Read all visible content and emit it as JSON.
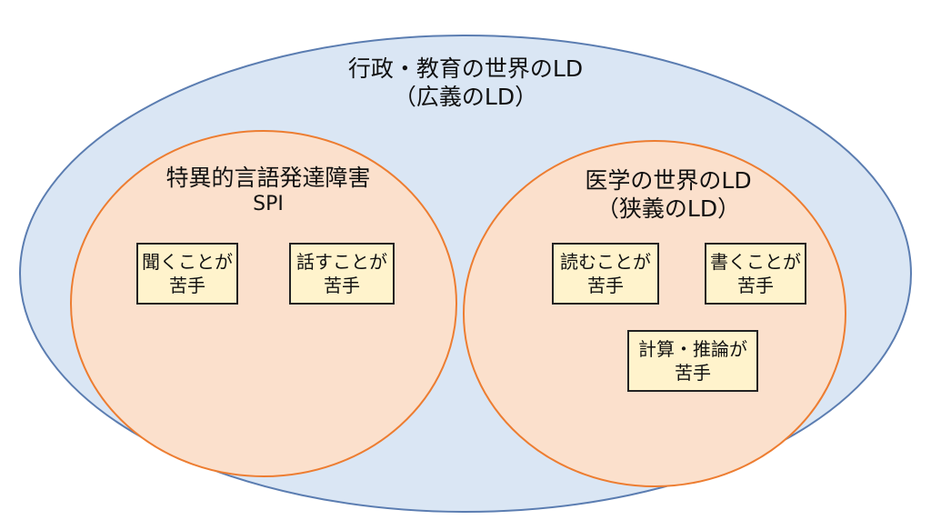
{
  "colors": {
    "outer_fill": "#dae6f4",
    "outer_stroke": "#5b7db1",
    "inner_fill": "#fbe0cc",
    "inner_stroke": "#ed7d31",
    "box_fill": "#fff3cc",
    "box_stroke": "#222222"
  },
  "outer": {
    "title_line1": "行政・教育の世界のLD",
    "title_line2": "（広義のLD）"
  },
  "left": {
    "title_line1": "特異的言語発達障害",
    "title_line2": "SPI",
    "boxes": [
      {
        "line1": "聞くことが",
        "line2": "苦手"
      },
      {
        "line1": "話すことが",
        "line2": "苦手"
      }
    ]
  },
  "right": {
    "title_line1": "医学の世界のLD",
    "title_line2": "（狭義のLD）",
    "boxes": [
      {
        "line1": "読むことが",
        "line2": "苦手"
      },
      {
        "line1": "書くことが",
        "line2": "苦手"
      },
      {
        "line1": "計算・推論が",
        "line2": "苦手"
      }
    ]
  }
}
